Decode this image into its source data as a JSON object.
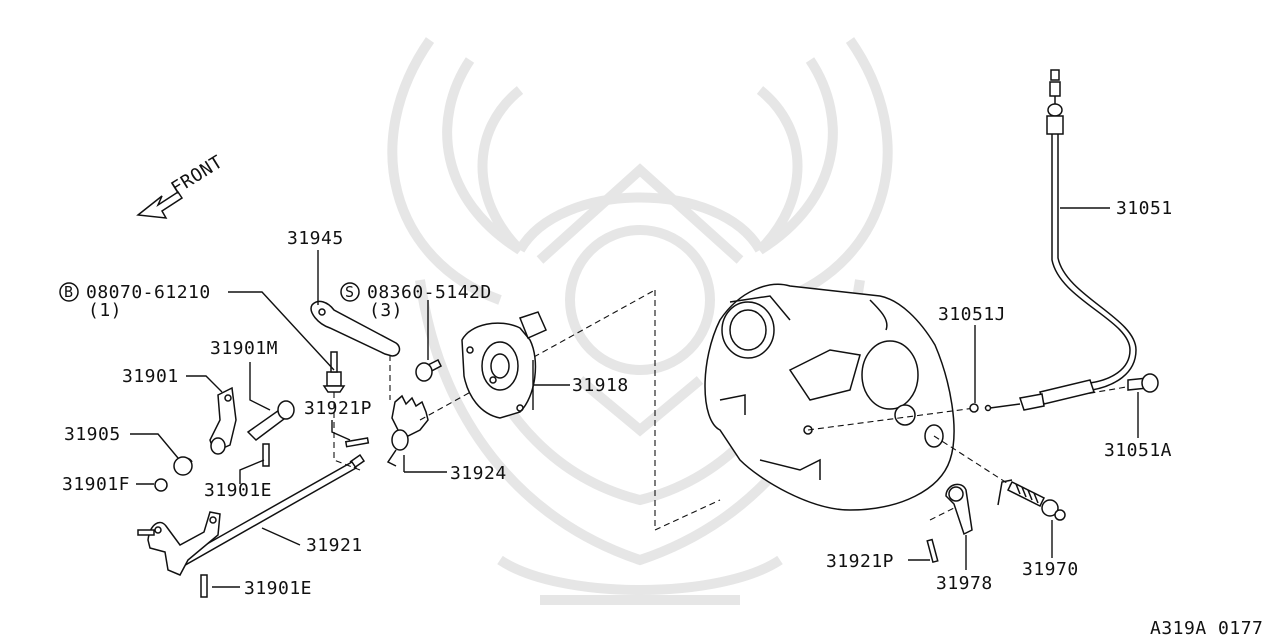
{
  "diagram": {
    "orientation_label": "FRONT",
    "figure_code": "A319A 0177",
    "callouts": {
      "p31945": "31945",
      "p08070": "08070-61210",
      "p08070_qty": "(1)",
      "p08070_prefix": "B",
      "p08360": "08360-5142D",
      "p08360_qty": "(3)",
      "p08360_prefix": "S",
      "p31901M": "31901M",
      "p31901": "31901",
      "p31921P_top": "31921P",
      "p31918": "31918",
      "p31905": "31905",
      "p31924": "31924",
      "p31901F": "31901F",
      "p31901E_upper": "31901E",
      "p31921": "31921",
      "p31901E_lower": "31901E",
      "p31051": "31051",
      "p31051J": "31051J",
      "p31051A": "31051A",
      "p31921P_bottom": "31921P",
      "p31978": "31978",
      "p31970": "31970"
    }
  }
}
